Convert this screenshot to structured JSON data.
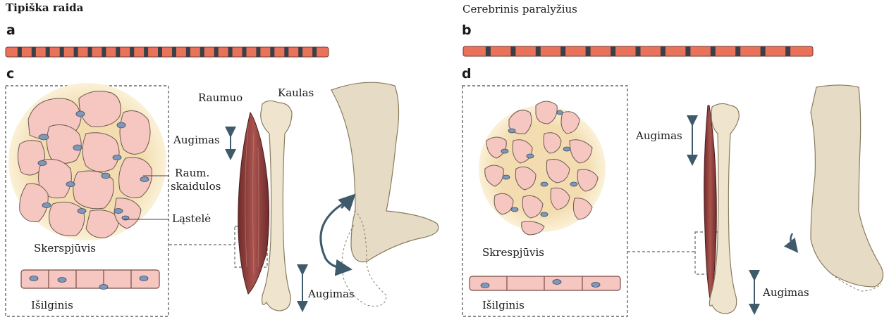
{
  "left": {
    "title": "Tipiška raida",
    "panel_a": "a",
    "panel_c": "c",
    "muscle": "Raumuo",
    "bone": "Kaulas",
    "growth_top": "Augimas",
    "fibers": "Raum.\nskaidulos",
    "fibers_line1": "Raum.",
    "fibers_line2": "skaidulos",
    "cell": "Ląstelė",
    "cross_section": "Skerspjūvis",
    "longitudinal": "Išilginis",
    "growth_bottom": "Augimas"
  },
  "right": {
    "title": "Cerebrinis paralyžius",
    "panel_b": "b",
    "panel_d": "d",
    "growth_top": "Augimas",
    "cross_section": "Skrespjūvis",
    "longitudinal": "Išilginis",
    "growth_bottom": "Augimas"
  },
  "colors": {
    "muscle_stripe": "#e8725a",
    "stripe_divider": "#3a3f48",
    "fiber_fill": "#f6c6c0",
    "nucleus": "#7f97b8",
    "matrix": "#f3ddb0",
    "muscle": "#8c3d3a",
    "bone": "#efe5cf",
    "leg": "#e6dcc6",
    "arrow": "#3e5a6b"
  }
}
